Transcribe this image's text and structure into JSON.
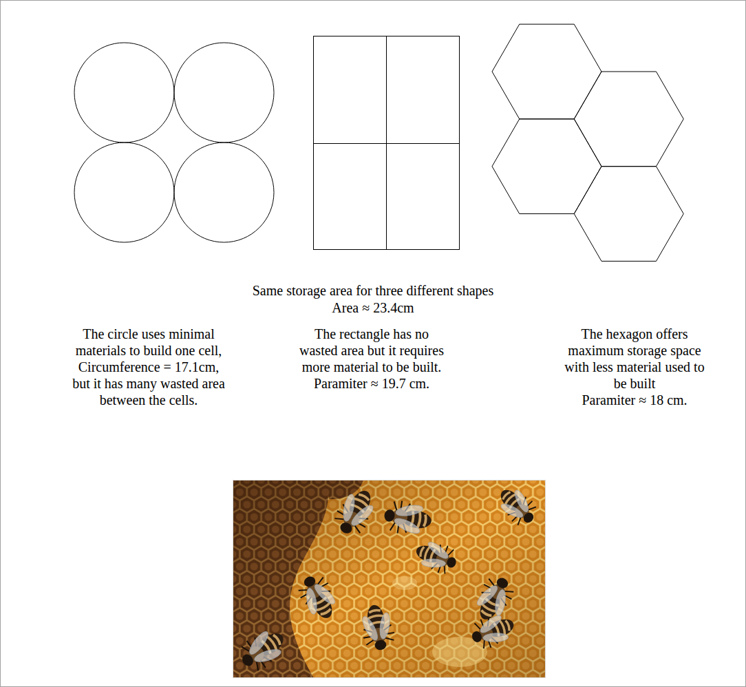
{
  "diagram": {
    "caption": "Same storage area for three different shapes",
    "labels": [
      "Area ≈ 23.4cm",
      "The circle uses minimal materials to build one cell,",
      "Circumference = 17.1cm,",
      "but it has many wasted area between the cells.",
      "The rectangle has no wasted area but it requires more material to be built.",
      "Paramiter ≈ 19.7 cm.",
      "The hexagon offers maximum storage space with less material used to be built",
      "Paramiter ≈ 18 cm."
    ]
  }
}
